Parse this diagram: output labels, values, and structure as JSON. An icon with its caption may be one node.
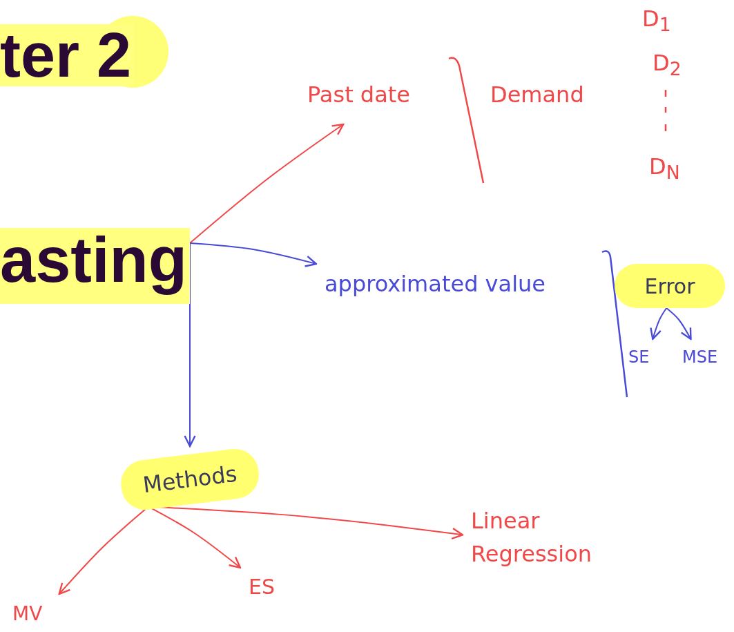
{
  "diagram": {
    "title": "ter 2",
    "nodes": [
      {
        "text": [
          "asting"
        ]
      },
      {
        "text": [
          "Past date"
        ]
      },
      {
        "text": [
          "Demand"
        ]
      },
      {
        "text": [
          "approximated value"
        ]
      },
      {
        "text": [
          "Error"
        ]
      },
      {
        "text": [
          "SE"
        ]
      },
      {
        "text": [
          "MSE"
        ]
      },
      {
        "text": [
          "Methods"
        ]
      },
      {
        "text": [
          "MV"
        ]
      },
      {
        "text": [
          "ES"
        ]
      },
      {
        "text": [
          "Linear Regression"
        ]
      }
    ],
    "edges": [
      {
        "from": 0,
        "to": 1,
        "arrow": "to"
      },
      {
        "from": 0,
        "to": 3,
        "arrow": "to",
        "color": "#4a4ad8"
      },
      {
        "from": 0,
        "to": 7,
        "arrow": "to",
        "color": "#4a4ad8"
      },
      {
        "from": 4,
        "to": 5,
        "arrow": "to",
        "color": "#4a4ad8"
      },
      {
        "from": 4,
        "to": 6,
        "arrow": "to",
        "color": "#4a4ad8"
      },
      {
        "from": 7,
        "to": 8,
        "arrow": "to"
      },
      {
        "from": 7,
        "to": 9,
        "arrow": "to"
      },
      {
        "from": 7,
        "to": 10,
        "arrow": "to"
      }
    ],
    "labels": [
      "D$_{1}$",
      "D$_{2}$",
      "D$_{N}$"
    ]
  }
}
